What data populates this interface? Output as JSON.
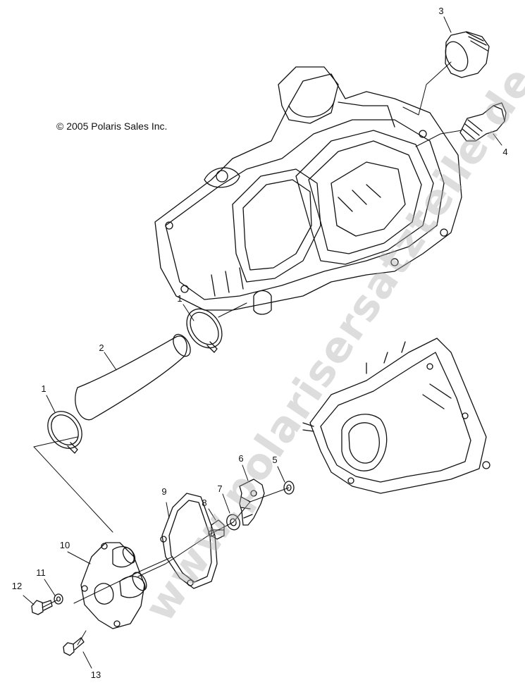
{
  "copyright": "© 2005 Polaris Sales Inc.",
  "watermark": "www.polarisersatzteile.de",
  "callouts": {
    "c1a": "1",
    "c1b": "1",
    "c2": "2",
    "c3": "3",
    "c4": "4",
    "c5": "5",
    "c6": "6",
    "c7": "7",
    "c8": "8",
    "c9": "9",
    "c10": "10",
    "c11": "11",
    "c12": "12",
    "c13": "13"
  }
}
